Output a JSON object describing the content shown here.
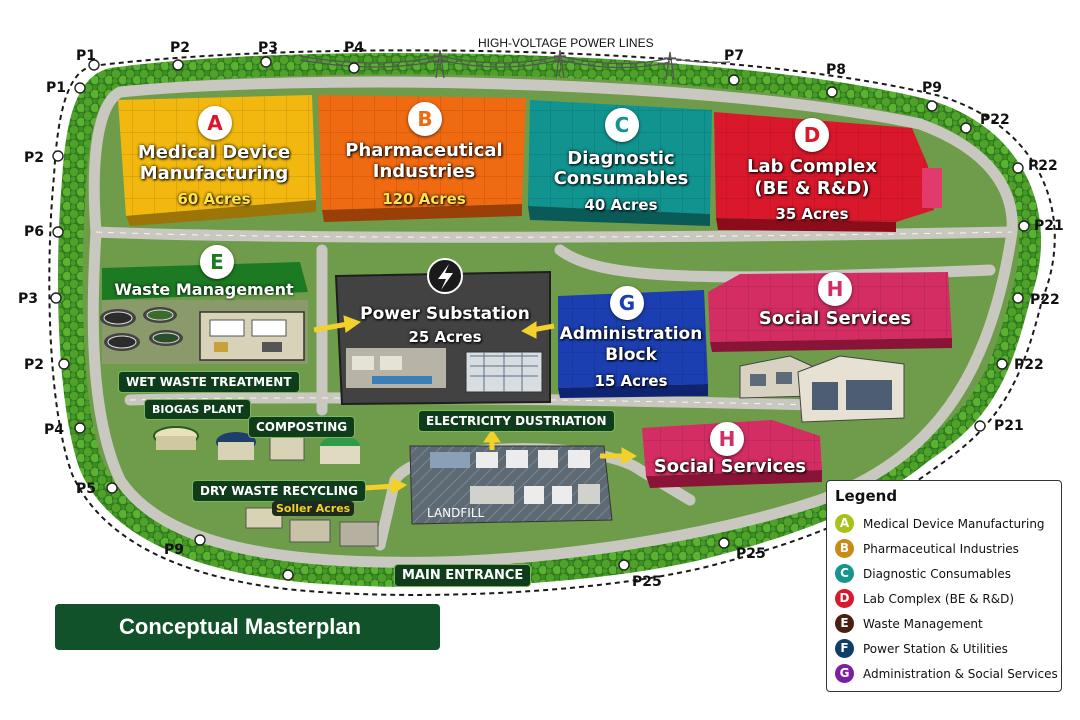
{
  "title": "Conceptual Masterplan",
  "header": {
    "power_lines_label": "HIGH-VOLTAGE POWER LINES"
  },
  "zones": {
    "a": {
      "letter": "A",
      "name_line1": "Medical Device",
      "name_line2": "Manufacturing",
      "acres": "60 Acres",
      "color": "#f2b80f"
    },
    "b": {
      "letter": "B",
      "name_line1": "Pharmaceutical",
      "name_line2": "Industries",
      "acres": "120 Acres",
      "color": "#f06a12"
    },
    "c": {
      "letter": "C",
      "name_line1": "Diagnostic",
      "name_line2": "Consumables",
      "acres": "40 Acres",
      "color": "#11938f"
    },
    "d": {
      "letter": "D",
      "name_line1": "Lab Complex",
      "name_line2": "(BE & R&D)",
      "acres": "35 Acres",
      "color": "#d9182b"
    },
    "e": {
      "letter": "E",
      "name": "Waste Management",
      "color": "#1b7a22"
    },
    "power": {
      "icon": "lightning-bolt-icon",
      "name": "Power Substation",
      "acres": "25 Acres",
      "color": "#424242"
    },
    "g": {
      "letter": "G",
      "name_line1": "Administration",
      "name_line2": "Block",
      "acres": "15 Acres",
      "color": "#1b3fb0"
    },
    "h1": {
      "letter": "H",
      "name": "Social Services",
      "color": "#d42d63"
    },
    "h2": {
      "letter": "H",
      "name": "Social Services",
      "color": "#d42d63"
    }
  },
  "tags": {
    "wet_waste": "WET WASTE TREATMENT",
    "biogas": "BIOGAS PLANT",
    "composting": "COMPOSTING",
    "electricity": "ELECTRICITY DUSTRIATION",
    "dry_waste": "DRY WASTE RECYCLING",
    "solar": "Soller Acres",
    "landfill": "LANDFILL",
    "main_entrance": "MAIN ENTRANCE"
  },
  "perimeter_points": {
    "p1a": "P1",
    "p1b": "P1",
    "p2a": "P2",
    "p3a": "P3",
    "p4a": "P4",
    "p7": "P7",
    "p8": "P8",
    "p9a": "P9",
    "p22a": "P22",
    "p22b": "P22",
    "p21a": "P21",
    "p22c": "P22",
    "p22d": "P22",
    "p21b": "P21",
    "p2b": "P2",
    "p6": "P6",
    "p3b": "P3",
    "p2c": "P2",
    "p4b": "P4",
    "p5": "P5",
    "p9b": "P9",
    "p25a": "P25",
    "p25b": "P25"
  },
  "legend": {
    "title": "Legend",
    "items": [
      {
        "letter": "A",
        "label": "Medical Device Manufacturing",
        "color": "#a8c21a"
      },
      {
        "letter": "B",
        "label": "Pharmaceutical Industries",
        "color": "#c98a17"
      },
      {
        "letter": "C",
        "label": "Diagnostic Consumables",
        "color": "#14968f"
      },
      {
        "letter": "D",
        "label": "Lab Complex (BE & R&D)",
        "color": "#d9182b"
      },
      {
        "letter": "E",
        "label": "Waste Management",
        "color": "#4a1f12"
      },
      {
        "letter": "F",
        "label": "Power Station & Utilities",
        "color": "#0f3f66"
      },
      {
        "letter": "G",
        "label": "Administration & Social Services",
        "color": "#7a1fa0"
      }
    ]
  }
}
